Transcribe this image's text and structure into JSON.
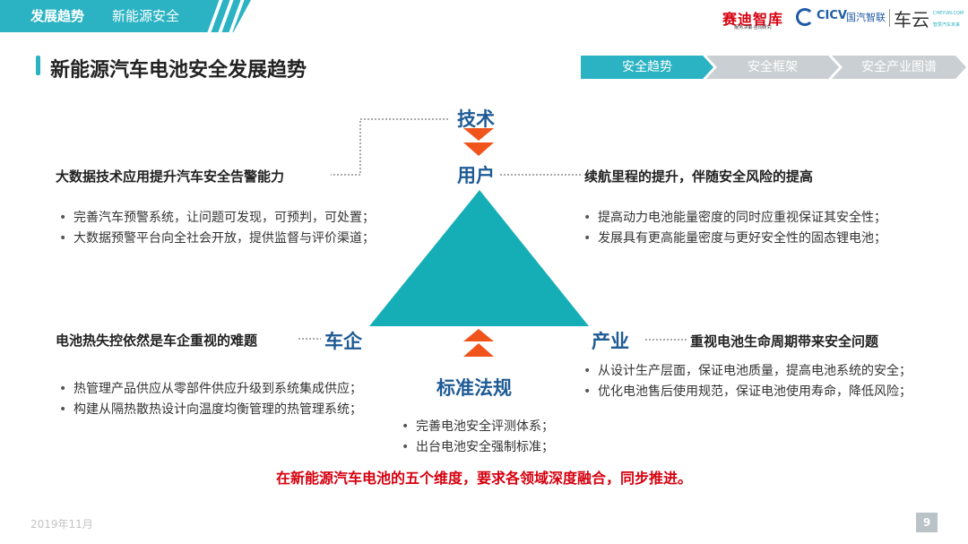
{
  "header": {
    "section": "发展趋势",
    "subsection": "新能源安全"
  },
  "logos": {
    "saidi": "赛迪智库",
    "saidi_sub": "服务决策·咨询研究",
    "cicv": "CICV",
    "cicv_cn": "国汽智联",
    "cheyun": "车云",
    "cheyun_en": "CHEYUN.COM",
    "cheyun_sub": "智慧汽车未来"
  },
  "title": "新能源汽车电池安全发展趋势",
  "nav": [
    {
      "label": "安全趋势",
      "active": true
    },
    {
      "label": "安全框架",
      "active": false
    },
    {
      "label": "安全产业图谱",
      "active": false
    }
  ],
  "diagram": {
    "top_tech": "技术",
    "top_user": "用户",
    "left": "车企",
    "right": "产业",
    "bottom": "标准法规"
  },
  "blocks": {
    "tech": {
      "heading": "大数据技术应用提升汽车安全告警能力",
      "bullets": [
        "完善汽车预警系统，让问题可发现，可预判，可处置；",
        "大数据预警平台向全社会开放，提供监督与评价渠道；"
      ]
    },
    "user": {
      "heading": "续航里程的提升，伴随安全风险的提高",
      "bullets": [
        "提高动力电池能量密度的同时应重视保证其安全性；",
        "发展具有更高能量密度与更好安全性的固态锂电池；"
      ]
    },
    "automaker": {
      "heading": "电池热失控依然是车企重视的难题",
      "bullets": [
        "热管理产品供应从零部件供应升级到系统集成供应；",
        "构建从隔热散热设计向温度均衡管理的热管理系统；"
      ]
    },
    "industry": {
      "heading": "重视电池生命周期带来安全问题",
      "bullets": [
        "从设计生产层面，保证电池质量，提高电池系统的安全；",
        "优化电池售后使用规范，保证电池使用寿命，降低风险；"
      ]
    },
    "standards": {
      "bullets": [
        "完善电池安全评测体系；",
        "出台电池安全强制标准；"
      ]
    }
  },
  "conclusion": "在新能源汽车电池的五个维度，要求各领域深度融合，同步推进。",
  "footer": {
    "date": "2019年11月",
    "page": "9"
  },
  "colors": {
    "accent": "#2bb3c3",
    "triangle": "#16aeb6",
    "arrow": "#f0541c",
    "label": "#1e5a94",
    "conclusion": "#d6000f"
  }
}
